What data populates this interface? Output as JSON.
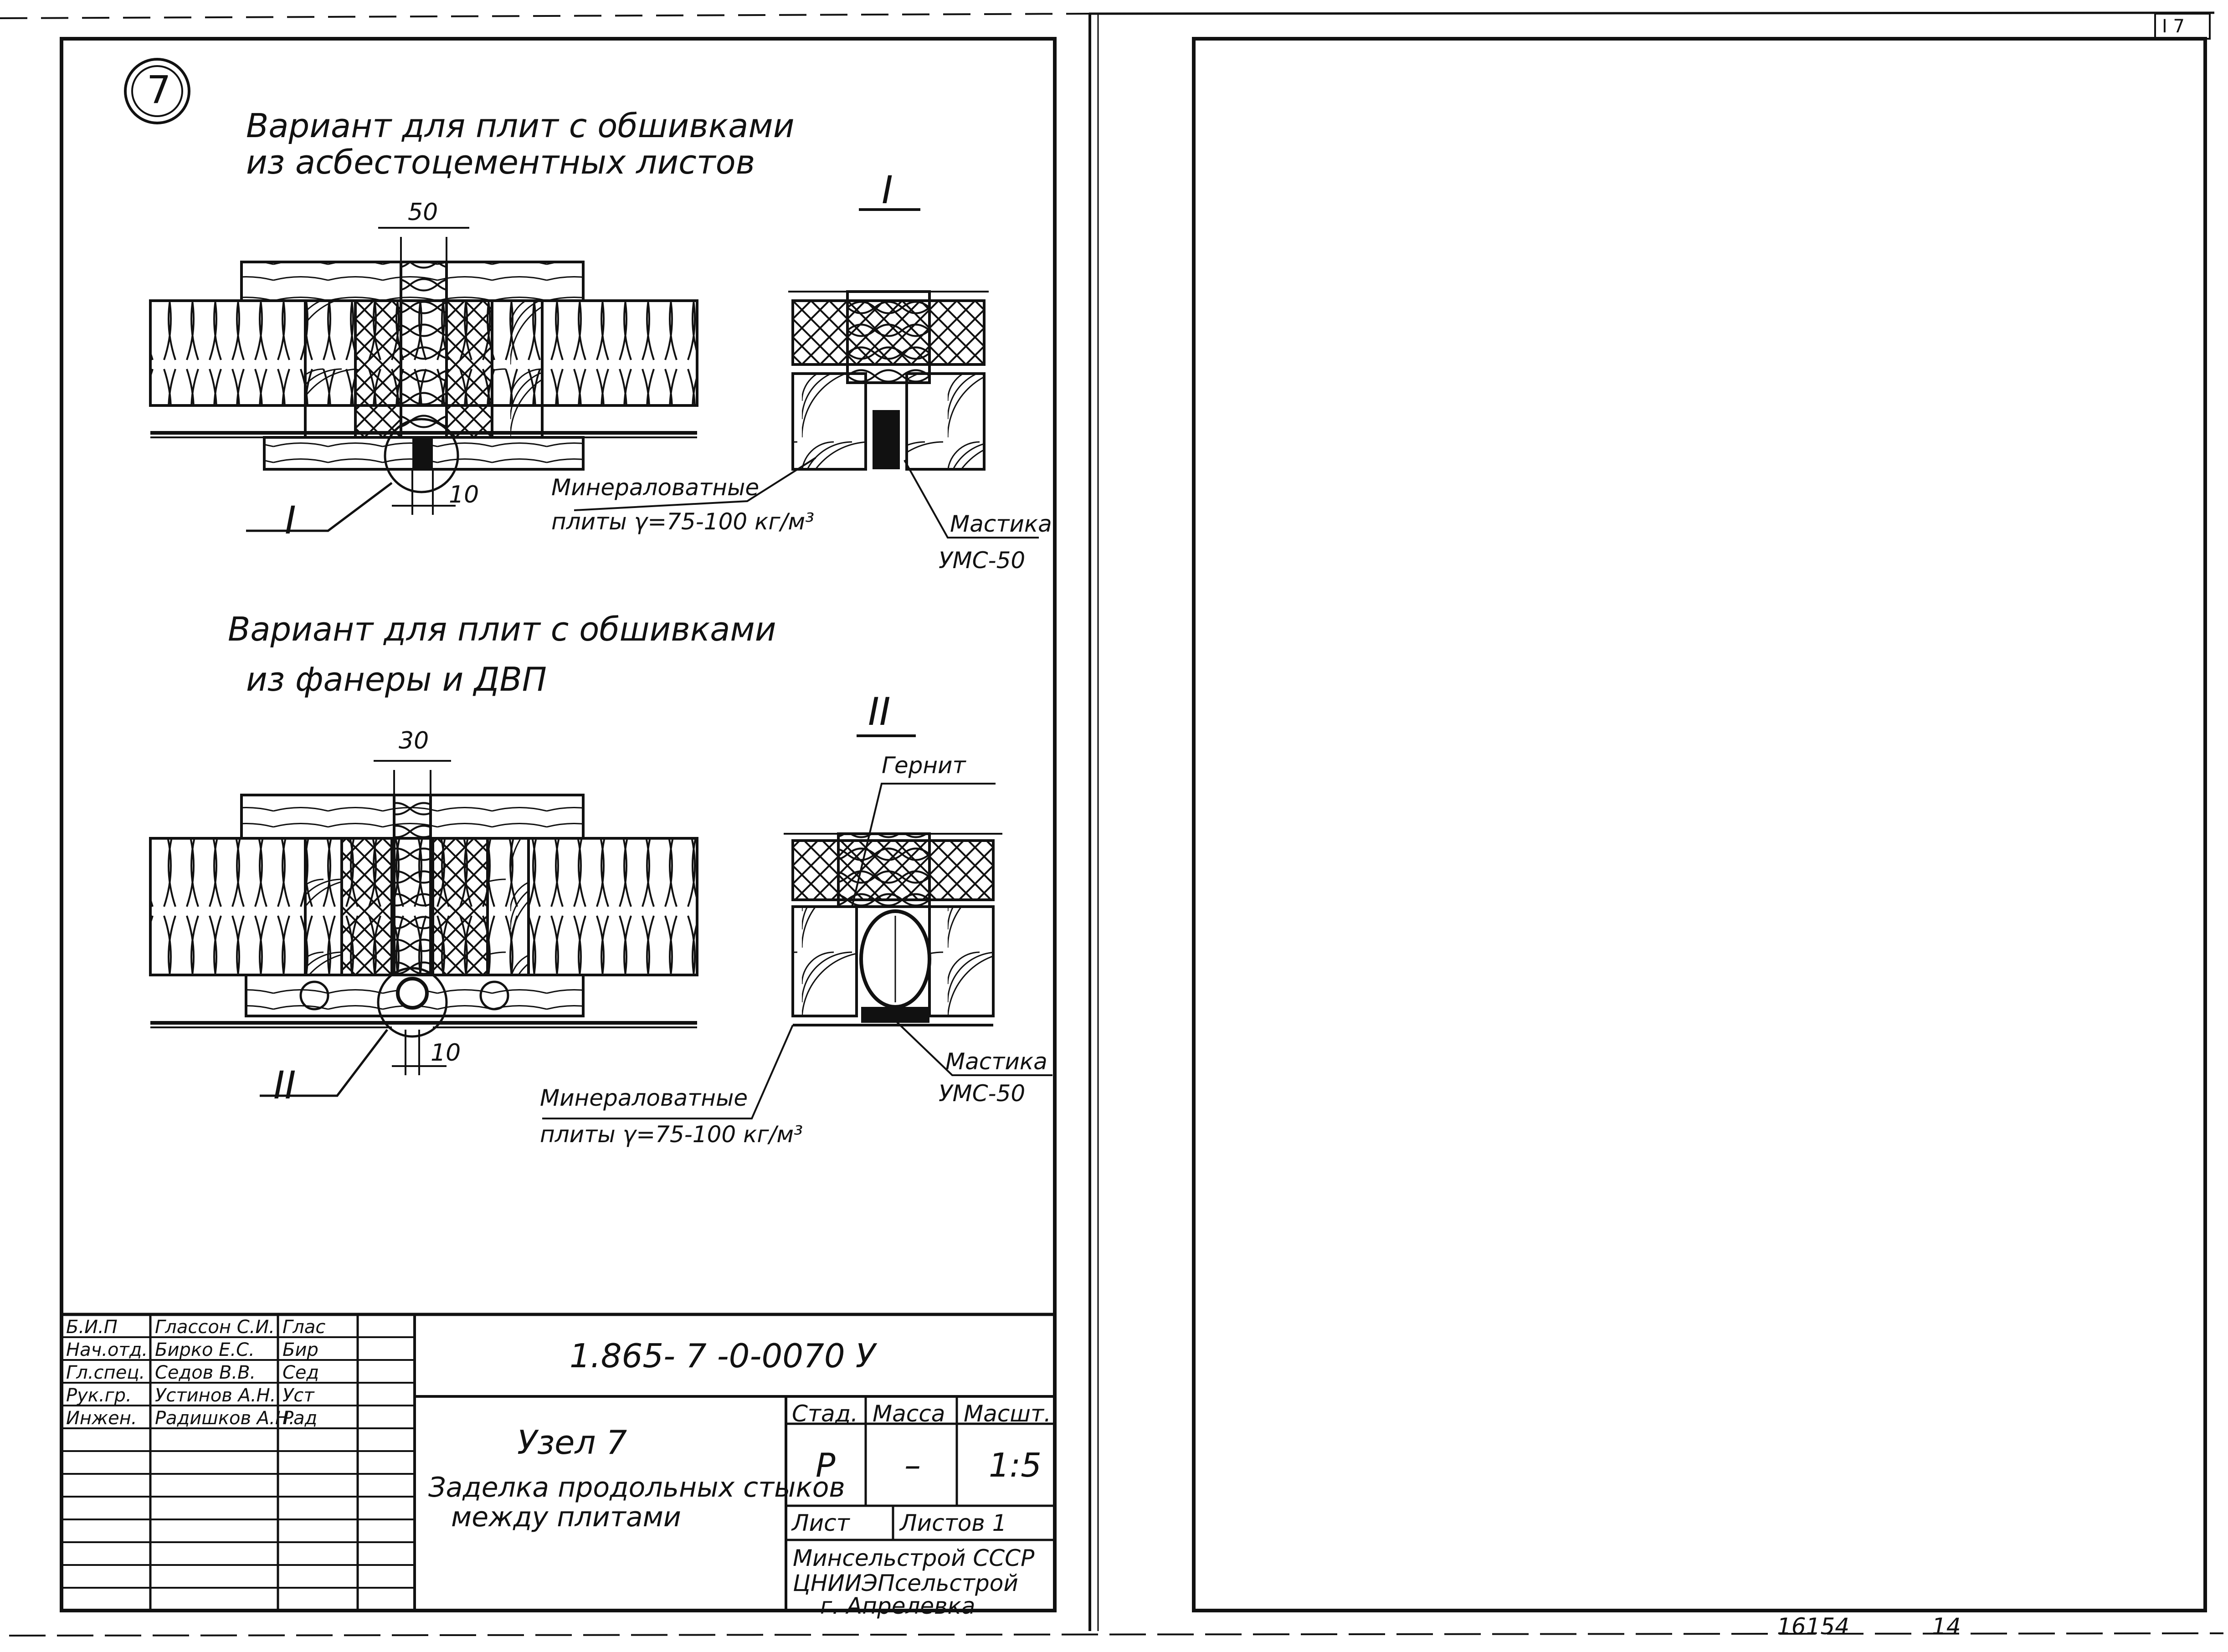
{
  "title_block": {
    "staff": [
      {
        "role": "Б.И.П",
        "name": "Глассон С.И.",
        "sign": "Глас"
      },
      {
        "role": "Нач.отд.",
        "name": "Бирко Е.С.",
        "sign": "Бир"
      },
      {
        "role": "Гл.спец.",
        "name": "Седов В.В.",
        "sign": "Сед"
      },
      {
        "role": "Рук.гр.",
        "name": "Устинов А.Н.",
        "sign": "Уст"
      },
      {
        "role": "Инжен.",
        "name": "Радишков А.Н.",
        "sign": "Рад"
      }
    ],
    "doc_code": "1.865- 7 -0-0070 У",
    "node_name": "Узел 7",
    "description_line1": "Заделка продольных стыков",
    "description_line2": "между плитами",
    "stage_header": "Стад.",
    "mass_header": "Масса",
    "scale_header": "Масшт.",
    "stage_value": "Р",
    "mass_value": "–",
    "scale_value": "1:5",
    "sheet_label": "Лист",
    "sheets_label": "Листов 1",
    "org_line1": "Минсельстрой СССР",
    "org_line2": "ЦНИИЭПсельстрой",
    "org_line3": "г. Апрелевка"
  },
  "drawing": {
    "node_number": "7",
    "variant1_line1": "Вариант для плит с обшивками",
    "variant1_line2": "из асбестоцементных листов",
    "variant2_line1": "Вариант для плит с обшивками",
    "variant2_line2": "из фанеры и ДВП",
    "section_I": "I",
    "section_II": "II",
    "dim_50": "50",
    "dim_10_top": "10",
    "dim_30": "30",
    "dim_10_bottom": "10",
    "mineral_wool_line1": "Минераловатные",
    "mineral_wool_line2": "плиты γ=75-100 кг/м³",
    "mastic_line1": "Мастика",
    "mastic_line2": "УМС-50",
    "gernit": "Гернит"
  },
  "footer": {
    "archive_number": "16154",
    "page_number": "14",
    "corner_mark": "I 7"
  }
}
